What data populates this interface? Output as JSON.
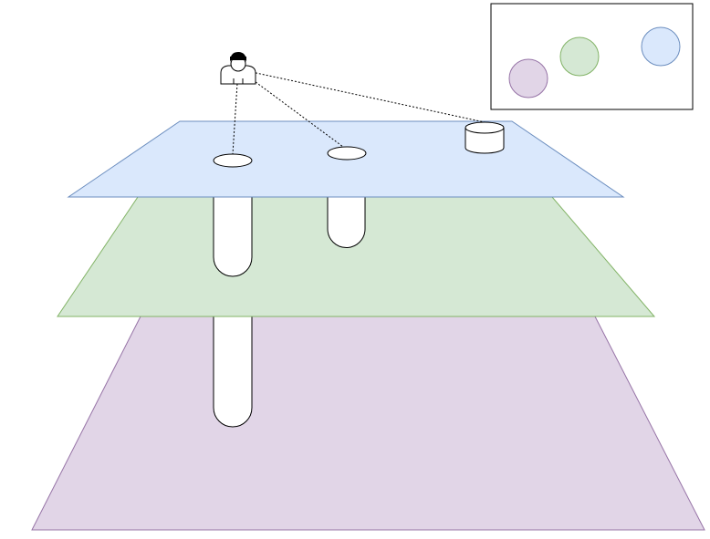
{
  "diagram": {
    "layers": [
      {
        "id": "bottom",
        "fill": "#e1d5e7",
        "stroke": "#9673a6"
      },
      {
        "id": "middle",
        "fill": "#d5e8d4",
        "stroke": "#82b366"
      },
      {
        "id": "top",
        "fill": "#dae8fc",
        "stroke": "#6c8ebf"
      }
    ],
    "legend": {
      "circles": [
        {
          "layer": "bottom",
          "fill": "#e1d5e7",
          "stroke": "#9673a6"
        },
        {
          "layer": "middle",
          "fill": "#d5e8d4",
          "stroke": "#82b366"
        },
        {
          "layer": "top",
          "fill": "#dae8fc",
          "stroke": "#6c8ebf"
        }
      ]
    },
    "connections": {
      "count": 3,
      "style": "dotted"
    },
    "icons": {
      "user": "user-icon",
      "storage": "database-cylinder-icon",
      "hole": "hole-ellipse-icon",
      "shaft": "shaft-capsule-icon"
    }
  }
}
